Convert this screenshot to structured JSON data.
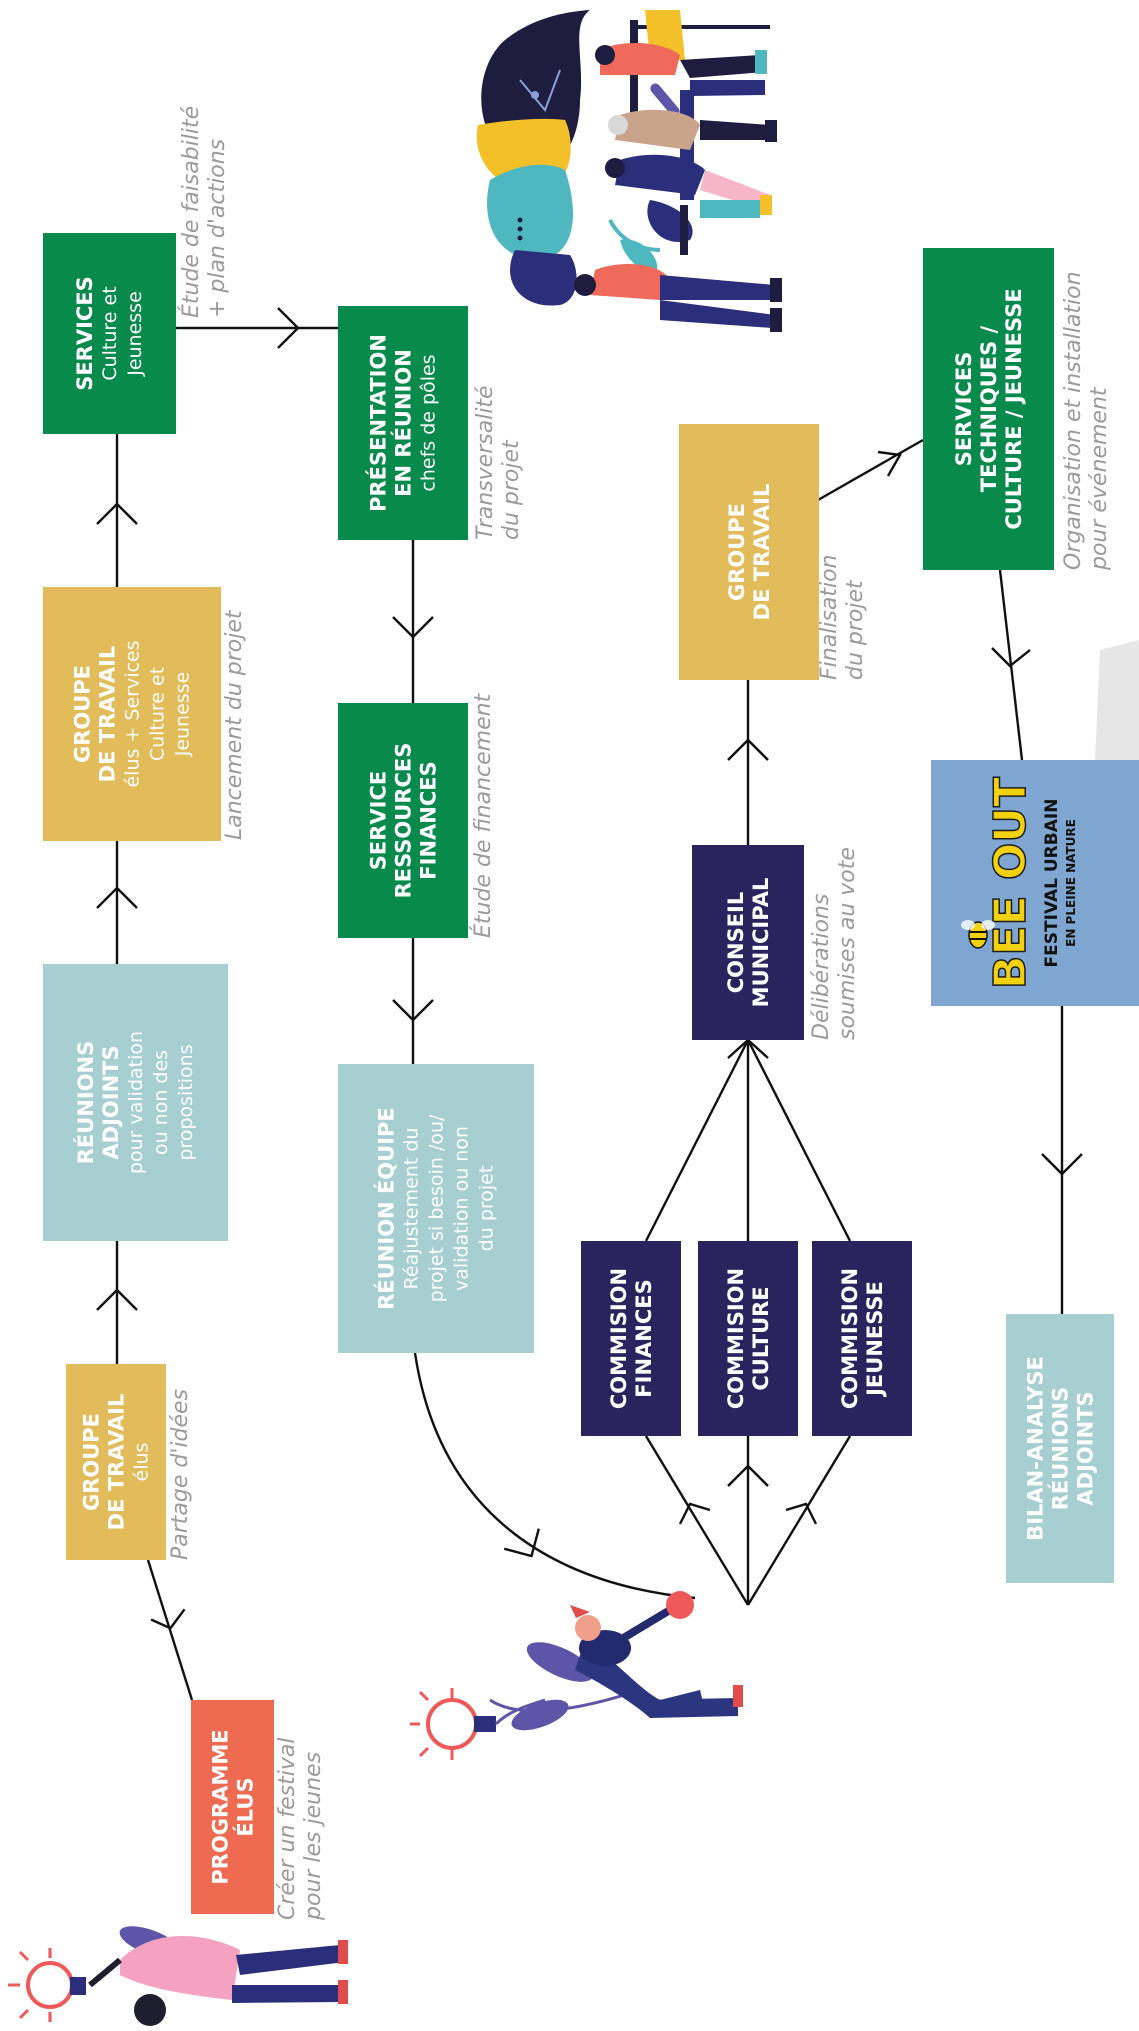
{
  "colors": {
    "green": "#078a4b",
    "mustard": "#e2bb5a",
    "teal": "#a7cfd2",
    "navy": "#2a235d",
    "coral": "#ee6a50",
    "blue": "#7ea6d1",
    "note_grey": "#9a9a9a"
  },
  "boxes": {
    "programme": {
      "title": [
        "PROGRAMME",
        "ÉLUS"
      ],
      "sub": []
    },
    "gt1": {
      "title": [
        "GROUPE",
        "DE TRAVAIL"
      ],
      "sub": [
        "élus"
      ]
    },
    "reunions": {
      "title": [
        "RÉUNIONS",
        "ADJOINTS"
      ],
      "sub": [
        "pour validation",
        "ou non des",
        "propositions"
      ]
    },
    "gt2": {
      "title": [
        "GROUPE",
        "DE TRAVAIL"
      ],
      "sub": [
        "élus + Services",
        "Culture et",
        "Jeunesse"
      ]
    },
    "services": {
      "title": [
        "SERVICES"
      ],
      "sub": [
        "Culture et",
        "Jeunesse"
      ]
    },
    "presentation": {
      "title": [
        "PRÉSENTATION",
        "EN RÉUNION"
      ],
      "sub": [
        "chefs de pôles"
      ]
    },
    "ressources": {
      "title": [
        "SERVICE",
        "RESSOURCES",
        "FINANCES"
      ],
      "sub": []
    },
    "reunion_equipe": {
      "title": [
        "RÉUNION ÉQUIPE"
      ],
      "sub": [
        "Réajustement du",
        "projet si besoin /ou/",
        "validation ou non",
        "du projet"
      ]
    },
    "com_finances": {
      "title": [
        "COMMISION",
        "FINANCES"
      ],
      "sub": []
    },
    "com_culture": {
      "title": [
        "COMMISION",
        "CULTURE"
      ],
      "sub": []
    },
    "com_jeunesse": {
      "title": [
        "COMMISION",
        "JEUNESSE"
      ],
      "sub": []
    },
    "conseil": {
      "title": [
        "CONSEIL",
        "MUNICIPAL"
      ],
      "sub": []
    },
    "gt3": {
      "title": [
        "GROUPE",
        "DE TRAVAIL"
      ],
      "sub": []
    },
    "techniques": {
      "title": [
        "SERVICES",
        "TECHNIQUES /",
        "CULTURE / JEUNESSE"
      ],
      "sub": []
    },
    "bilan": {
      "title": [
        "BILAN-ANALYSE",
        "RÉUNIONS",
        "ADJOINTS"
      ],
      "sub": []
    }
  },
  "notes": {
    "programme": [
      "Créer un festival",
      "pour les jeunes"
    ],
    "gt1": [
      "Partage d'idées"
    ],
    "gt2": [
      "Lancement du projet"
    ],
    "services": [
      "Étude de faisabilité",
      "+ plan d'actions"
    ],
    "presentation": [
      "Transversalité",
      "du projet"
    ],
    "ressources": [
      "Étude de financement"
    ],
    "conseil": [
      "Délibérations",
      "soumises au vote"
    ],
    "gt3": [
      "Finalisation",
      "du projet"
    ],
    "techniques": [
      "Organisation et installation",
      "pour événement"
    ]
  },
  "logo": {
    "main": "BEE OUT",
    "line1": "FESTIVAL URBAIN",
    "line2": "EN PLEINE NATURE"
  }
}
